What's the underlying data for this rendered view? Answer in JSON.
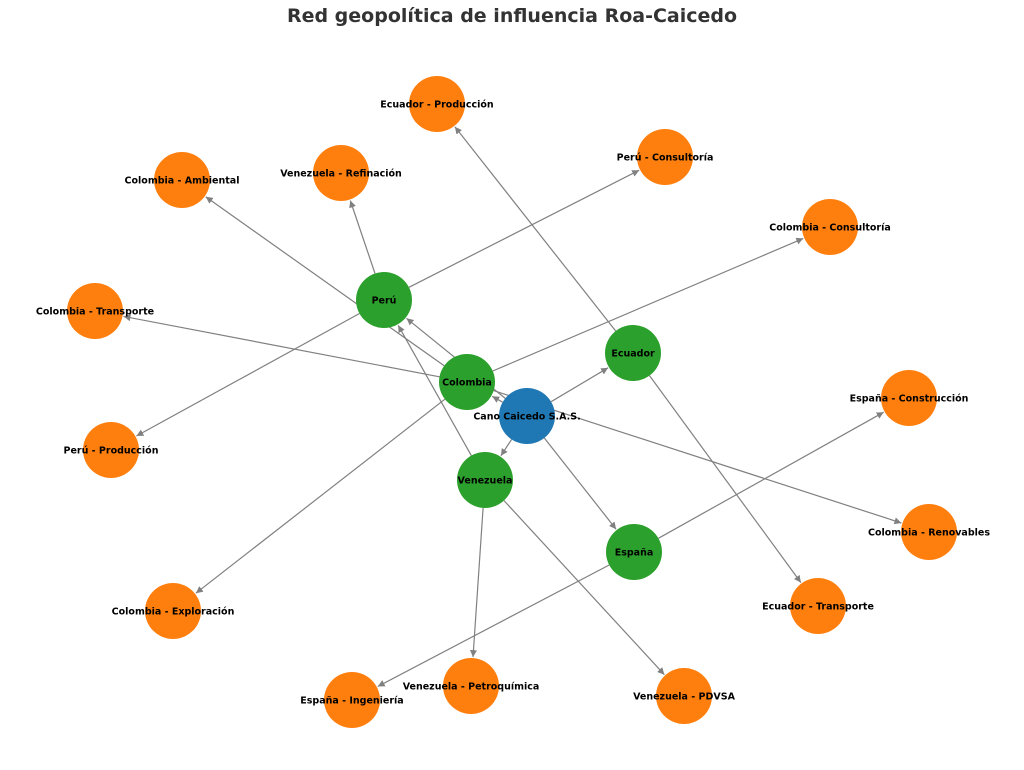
{
  "title": "Red geopolítica de influencia Roa-Caicedo",
  "colors": {
    "company": "#1f77b4",
    "country": "#2ca02c",
    "project": "#ff7f0e",
    "edge": "#808080"
  },
  "nodes": [
    {
      "id": "cano",
      "label": "Cano Caicedo S.A.S.",
      "group": "company"
    },
    {
      "id": "peru",
      "label": "Perú",
      "group": "country"
    },
    {
      "id": "colombia",
      "label": "Colombia",
      "group": "country"
    },
    {
      "id": "ecuador",
      "label": "Ecuador",
      "group": "country"
    },
    {
      "id": "venezuela",
      "label": "Venezuela",
      "group": "country"
    },
    {
      "id": "espana",
      "label": "España",
      "group": "country"
    },
    {
      "id": "ec_prod",
      "label": "Ecuador - Producción",
      "group": "project"
    },
    {
      "id": "pe_cons",
      "label": "Perú - Consultoría",
      "group": "project"
    },
    {
      "id": "ve_ref",
      "label": "Venezuela - Refinación",
      "group": "project"
    },
    {
      "id": "co_amb",
      "label": "Colombia - Ambiental",
      "group": "project"
    },
    {
      "id": "co_cons",
      "label": "Colombia - Consultoría",
      "group": "project"
    },
    {
      "id": "co_trans",
      "label": "Colombia - Transporte",
      "group": "project"
    },
    {
      "id": "pe_prod",
      "label": "Perú - Producción",
      "group": "project"
    },
    {
      "id": "es_const",
      "label": "España - Construcción",
      "group": "project"
    },
    {
      "id": "co_ren",
      "label": "Colombia - Renovables",
      "group": "project"
    },
    {
      "id": "co_expl",
      "label": "Colombia - Exploración",
      "group": "project"
    },
    {
      "id": "ec_trans",
      "label": "Ecuador - Transporte",
      "group": "project"
    },
    {
      "id": "es_ing",
      "label": "España - Ingeniería",
      "group": "project"
    },
    {
      "id": "ve_petro",
      "label": "Venezuela - Petroquímica",
      "group": "project"
    },
    {
      "id": "ve_pdvsa",
      "label": "Venezuela - PDVSA",
      "group": "project"
    }
  ],
  "edges": [
    {
      "from": "cano",
      "to": "peru"
    },
    {
      "from": "cano",
      "to": "colombia"
    },
    {
      "from": "cano",
      "to": "ecuador"
    },
    {
      "from": "cano",
      "to": "venezuela"
    },
    {
      "from": "cano",
      "to": "espana"
    },
    {
      "from": "ecuador",
      "to": "ec_prod"
    },
    {
      "from": "ecuador",
      "to": "ec_trans"
    },
    {
      "from": "peru",
      "to": "pe_cons"
    },
    {
      "from": "peru",
      "to": "pe_prod"
    },
    {
      "from": "peru",
      "to": "ve_ref"
    },
    {
      "from": "venezuela",
      "to": "peru"
    },
    {
      "from": "venezuela",
      "to": "ve_petro"
    },
    {
      "from": "venezuela",
      "to": "ve_pdvsa"
    },
    {
      "from": "colombia",
      "to": "co_amb"
    },
    {
      "from": "colombia",
      "to": "co_cons"
    },
    {
      "from": "colombia",
      "to": "co_trans"
    },
    {
      "from": "colombia",
      "to": "co_expl"
    },
    {
      "from": "colombia",
      "to": "co_ren"
    },
    {
      "from": "espana",
      "to": "es_const"
    },
    {
      "from": "espana",
      "to": "es_ing"
    }
  ]
}
